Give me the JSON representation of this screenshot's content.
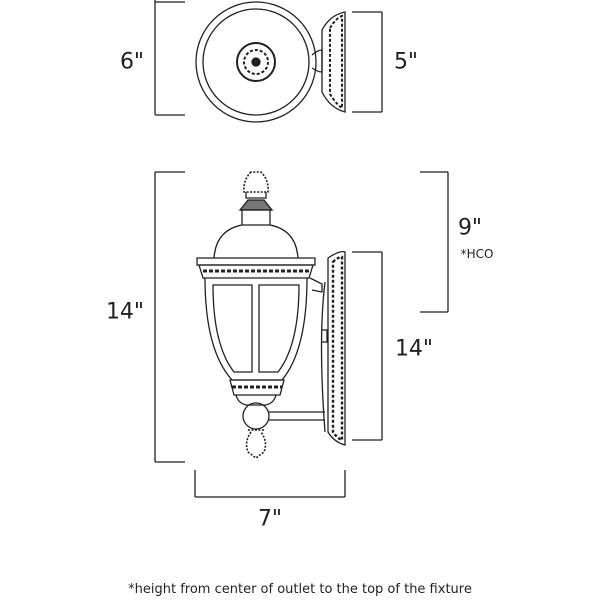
{
  "dimensions": {
    "top_view_diameter": "6\"",
    "top_view_extension": "5\"",
    "overall_height": "14\"",
    "height_from_outlet": "9\"",
    "height_from_outlet_note": "*HCO",
    "backplate_height": "14\"",
    "width": "7\""
  },
  "footnote": "*height from center of outlet to the top of the fixture",
  "colors": {
    "line": "#231f20",
    "background": "#ffffff"
  }
}
